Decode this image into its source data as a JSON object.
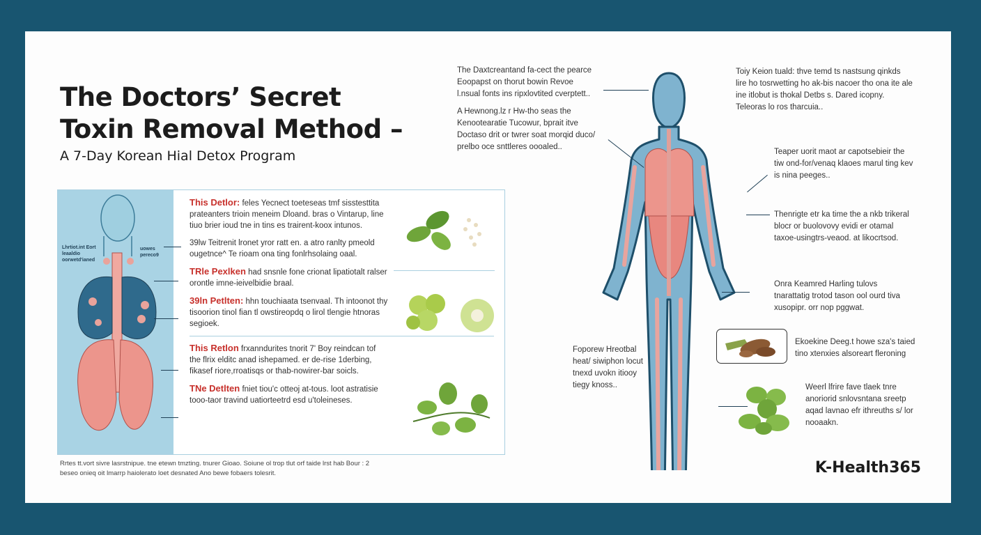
{
  "title": {
    "line1": "The Doctors’ Secret",
    "line2": "Toxin Removal Method –",
    "subtitle": "A 7-Day Korean Hial Detox Program"
  },
  "left_panel": {
    "organ_labels": [
      "Lhrtiot.int Eort leaaldio oorwetd'ianed",
      "uowes pereco9"
    ],
    "blocks": [
      {
        "heading": "This Detlor:",
        "text": "feles Yecnect toeteseas tmf sisstesttita prateanters trioin meneim Dloand. bras o Vintarup, line tiuo brier ioud tne in tins es trairent-koox intunos."
      },
      {
        "heading": "",
        "text": "39lw Teitrenit lronet yror ratt en. a atro ranlty pmeold ougetnce^ Te rioam ona ting fonlrhsolaing oaal."
      },
      {
        "heading": "TRle Pexlken",
        "text": "had snsnle fone crionat lipatiotalt ralser orontle imne-ieivelbidie braal."
      },
      {
        "heading": "39ln Petlten:",
        "text": "hhn touchiaata tsenvaal. Th intoonot thy tisoorion tinol fian tl owstireopdq o lirol tlengie htnoras segioek."
      },
      {
        "heading": "This Retlon",
        "text": "frxanndurites tnorit 7' Boy reindcan tof the flrix elditc anad ishepamed. er de-rise 1derbing, fikasef riore,rroatisqs or thab-nowirer-bar soicls."
      },
      {
        "heading": "TNe Detlten",
        "text": "fniet tiou'c otteoj at-tous. loot astratisie tooo-taor travind uatiorteetrd esd u'toleineses."
      }
    ],
    "footnote": "Rrtes tt.vort sivre lasrstnipue. tne etewn tmzting. tnurer Gioao. Soiune ol trop tlut orf taide lrst hab Bour : 2 beseo onieq oit lmarrp haiolerato loet desnated Ano bewe fobaers tolesrit."
  },
  "body_diagram": {
    "left_notes": [
      "The Daxtcreantand fa-cect the pearce Eoopapst on thorut bowin Revoe l.nsual fonts ins ripxlovtited cverptett..",
      "A Hewnong.lz r Hw-tho seas the Kenootearatie Tucowur, bprait itve Doctaso drit or twrer soat morqid duco/ prelbo oce snttleres oooaled..",
      "Foporew Hreotbal heat/ siwiphon locut tnexd uvokn itiooy tiegy knoss.."
    ],
    "right_notes": [
      "Toiy Keion tuald: thve temd ts nastsung qinkds lire ho tosrwetting ho ak-bis nacoer tho ona ite ale ine itlobut is thokal Detbs s. Dared icopny. Teleoras lo ros tharcuia..",
      "Teaper uorit maot ar capotsebieir the tiw ond-for/venaq klaoes marul ting kev is nina peeges..",
      "Thenrigte etr ka time the a nkb trikeral blocr or buolovovy evidi er otamal taxoe-usingtrs-veaod. at likocrtsod.",
      "Onra Keamred Harling tulovs tnarattatig trotod tason ool ourd tiva xusopipr. orr nop pggwat.",
      "Ekoekine Deeg.t howe sza's taied tino xtenxies alsoreart fleroning",
      "Weerl lfrire fave tlaek tnre anoriorid snlovsntana sreetp aqad lavnao efr ithreuths s/ lor nooaakn."
    ]
  },
  "brand": "K-Health365",
  "colors": {
    "background": "#185570",
    "skin": "#7fb3cf",
    "organ": "#e8877f",
    "accent_red": "#c7302b",
    "herb_green": "#7cb342"
  }
}
